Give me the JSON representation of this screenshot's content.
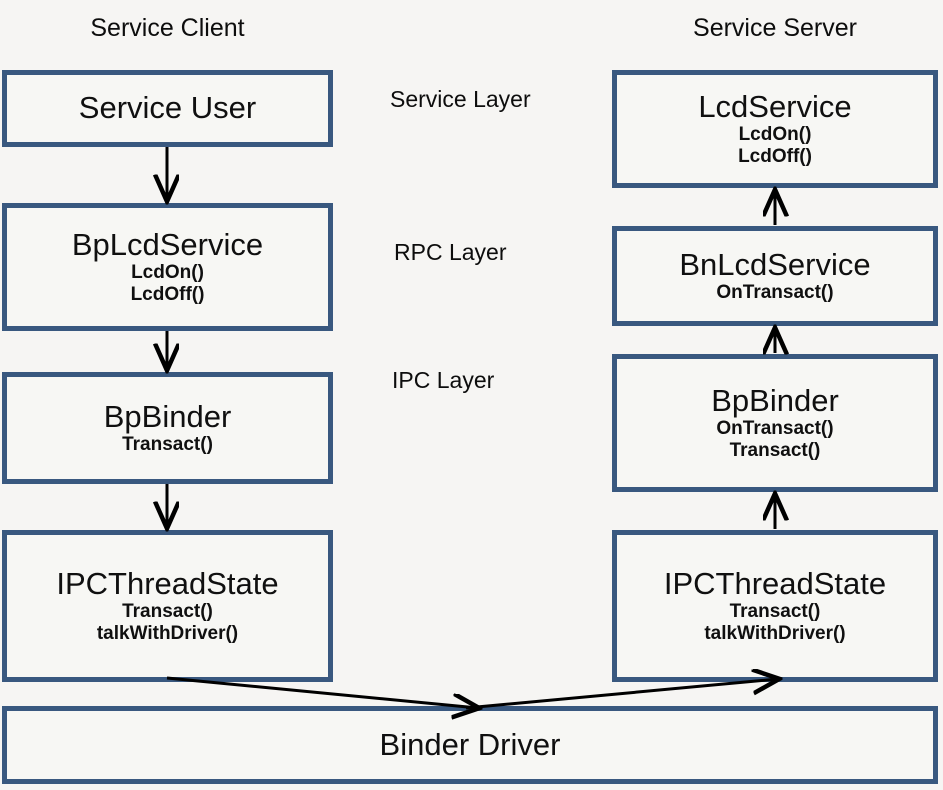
{
  "diagram": {
    "background_color": "#f6f5f3",
    "box_border_color": "#39587f",
    "box_fill_color": "#f7f7f4",
    "arrow_color": "#000000",
    "columns": [
      {
        "id": "client",
        "title": "Service Client"
      },
      {
        "id": "server",
        "title": "Service Server"
      }
    ],
    "layers": [
      {
        "id": "service-layer",
        "label": "Service Layer"
      },
      {
        "id": "rpc-layer",
        "label": "RPC Layer"
      },
      {
        "id": "ipc-layer",
        "label": "IPC Layer"
      }
    ],
    "client_nodes": [
      {
        "id": "service-user",
        "title": "Service User",
        "methods": []
      },
      {
        "id": "bp-lcd-service",
        "title": "BpLcdService",
        "methods": [
          "LcdOn()",
          "LcdOff()"
        ]
      },
      {
        "id": "bp-binder-client",
        "title": "BpBinder",
        "methods": [
          "Transact()"
        ]
      },
      {
        "id": "ipc-thread-state-client",
        "title": "IPCThreadState",
        "methods": [
          "Transact()",
          "talkWithDriver()"
        ]
      }
    ],
    "server_nodes": [
      {
        "id": "lcd-service",
        "title": "LcdService",
        "methods": [
          "LcdOn()",
          "LcdOff()"
        ]
      },
      {
        "id": "bn-lcd-service",
        "title": "BnLcdService",
        "methods": [
          "OnTransact()"
        ]
      },
      {
        "id": "bp-binder-server",
        "title": "BpBinder",
        "methods": [
          "OnTransact()",
          "Transact()"
        ]
      },
      {
        "id": "ipc-thread-state-server",
        "title": "IPCThreadState",
        "methods": [
          "Transact()",
          "talkWithDriver()"
        ]
      }
    ],
    "driver": {
      "id": "binder-driver",
      "title": "Binder Driver"
    }
  }
}
